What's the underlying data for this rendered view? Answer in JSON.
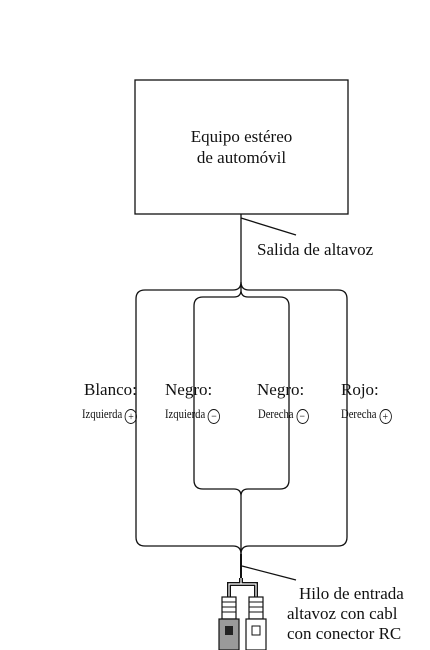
{
  "stereo_unit": {
    "line1": "Equipo estéreo",
    "line2": "de automóvil"
  },
  "speaker_output_label": "Salida de altavoz",
  "channels": [
    {
      "color": "Blanco:",
      "side": "Izquierda",
      "polarity": "+"
    },
    {
      "color": "Negro:",
      "side": "Izquierda",
      "polarity": "−"
    },
    {
      "color": "Negro:",
      "side": "Derecha",
      "polarity": "−"
    },
    {
      "color": "Rojo:",
      "side": "Derecha",
      "polarity": "+"
    }
  ],
  "input_wire_label": {
    "line1": "Hilo de entrada",
    "line2": "altavoz con cabl",
    "line3": "con conector RC"
  },
  "colors": {
    "line": "#111111",
    "background": "#ffffff"
  }
}
